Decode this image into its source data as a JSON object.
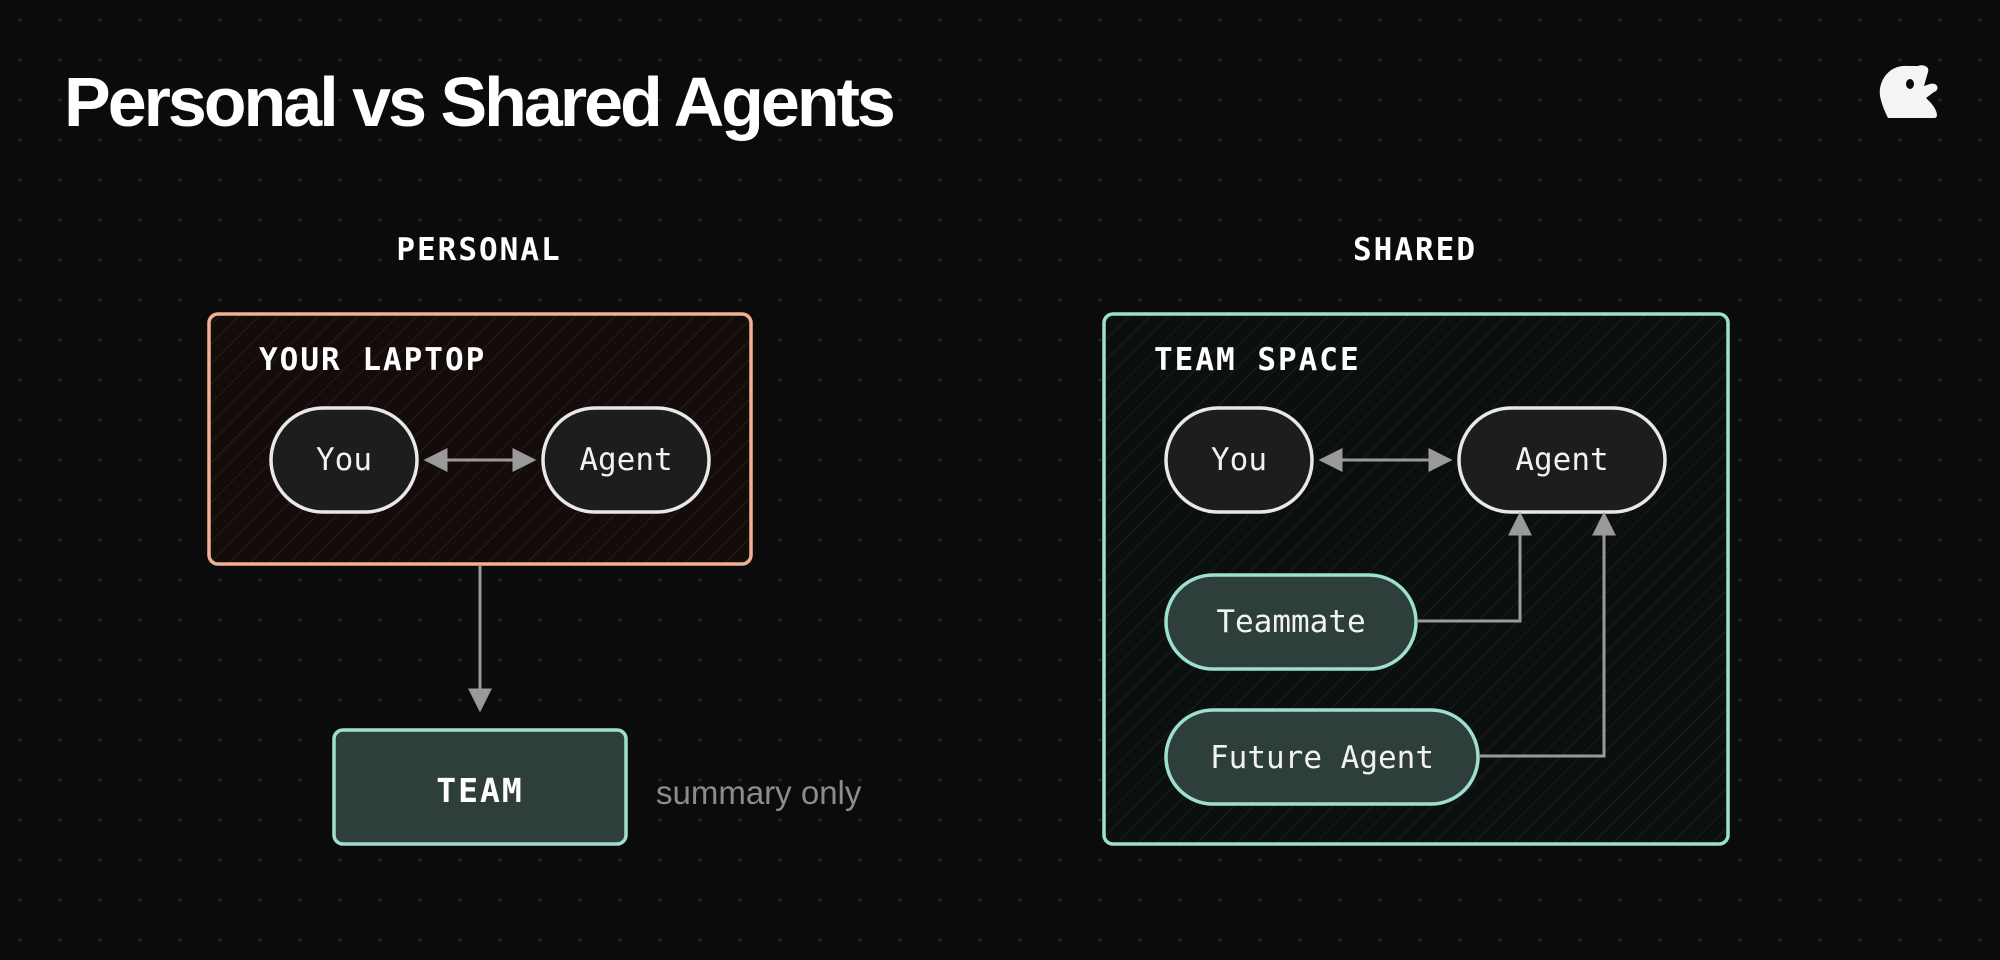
{
  "title": "Personal vs Shared Agents",
  "logo": "ghost-logo",
  "colors": {
    "background": "#0b0b0b",
    "personal_accent": "#f2b193",
    "shared_accent": "#9edfd0",
    "node_fill": "#1d1d1d",
    "teal_node_fill": "#2d3e3b",
    "arrow": "#9a9a9a",
    "muted_text": "#8c8c8c"
  },
  "personal": {
    "section_label": "PERSONAL",
    "container_label": "YOUR LAPTOP",
    "nodes": {
      "you": "You",
      "agent": "Agent"
    },
    "team_box": "TEAM",
    "team_note": "summary only"
  },
  "shared": {
    "section_label": "SHARED",
    "container_label": "TEAM SPACE",
    "nodes": {
      "you": "You",
      "agent": "Agent",
      "teammate": "Teammate",
      "future_agent": "Future Agent"
    }
  },
  "edges": [
    {
      "from": "personal.you",
      "to": "personal.agent",
      "style": "bidirectional"
    },
    {
      "from": "personal.container",
      "to": "personal.team",
      "style": "arrow"
    },
    {
      "from": "shared.you",
      "to": "shared.agent",
      "style": "bidirectional"
    },
    {
      "from": "shared.teammate",
      "to": "shared.agent",
      "style": "arrow"
    },
    {
      "from": "shared.future_agent",
      "to": "shared.agent",
      "style": "arrow"
    }
  ]
}
